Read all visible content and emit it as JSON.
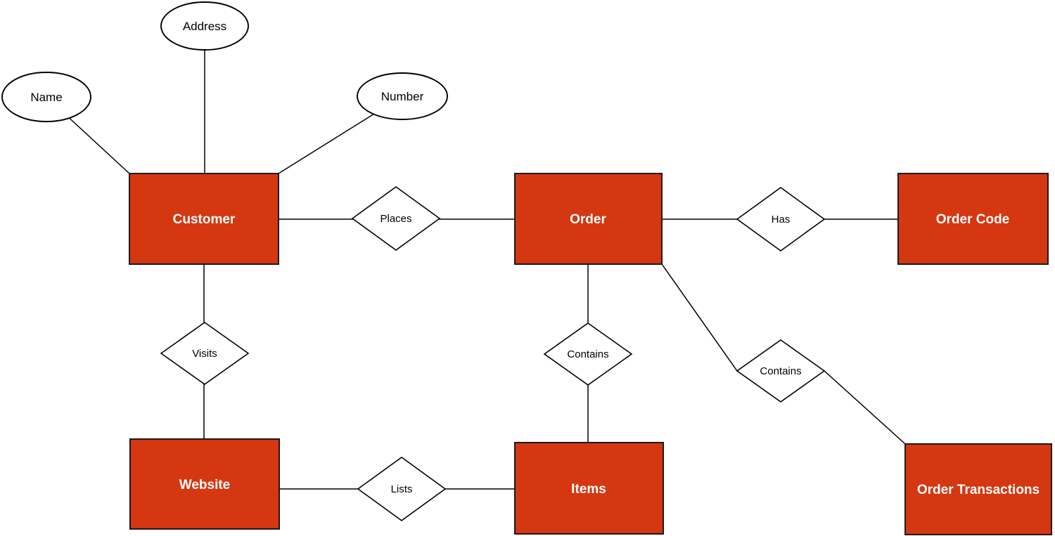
{
  "diagram_type": "entity-relationship",
  "colors": {
    "background": "#ffffff",
    "entity_fill": "#d53711",
    "entity_border": "#1a1a1a",
    "entity_text": "#ffffff",
    "shape_fill": "#ffffff",
    "shape_border": "#000000",
    "connector": "#000000"
  },
  "entities": [
    {
      "id": "customer",
      "label": "Customer"
    },
    {
      "id": "order",
      "label": "Order"
    },
    {
      "id": "order-code",
      "label": "Order Code"
    },
    {
      "id": "website",
      "label": "Website"
    },
    {
      "id": "items",
      "label": "Items"
    },
    {
      "id": "order-transactions",
      "label": "Order Transactions"
    }
  ],
  "relationships": [
    {
      "id": "places",
      "label": "Places"
    },
    {
      "id": "has",
      "label": "Has"
    },
    {
      "id": "visits",
      "label": "Visits"
    },
    {
      "id": "contains-order-items",
      "label": "Contains"
    },
    {
      "id": "contains-order-transactions",
      "label": "Contains"
    },
    {
      "id": "lists",
      "label": "Lists"
    }
  ],
  "attributes": [
    {
      "id": "name",
      "label": "Name"
    },
    {
      "id": "address",
      "label": "Address"
    },
    {
      "id": "number",
      "label": "Number"
    }
  ]
}
